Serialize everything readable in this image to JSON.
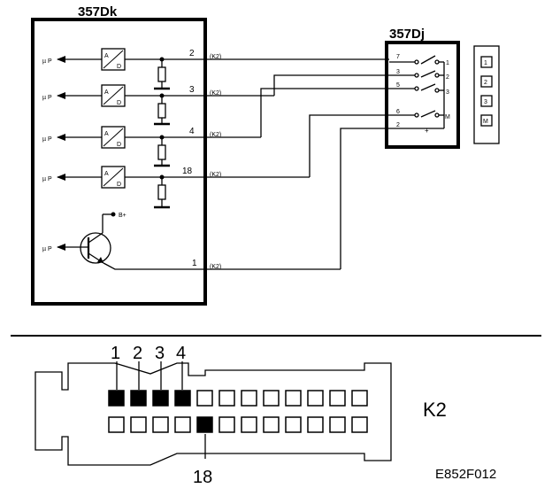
{
  "diagram": {
    "ecu_label": "357Dk",
    "switch_label": "357Dj",
    "up_text": "µ P",
    "ad_a": "A",
    "ad_d": "D",
    "supply_label": "B+",
    "channels": [
      {
        "pin": "2",
        "conn": "(K2)"
      },
      {
        "pin": "3",
        "conn": "(K2)"
      },
      {
        "pin": "4",
        "conn": "(K2)"
      },
      {
        "pin": "18",
        "conn": "(K2)"
      }
    ],
    "output_channel": {
      "pin": "1",
      "conn": "(K2)"
    },
    "switch_left_pins": [
      "7",
      "3",
      "5",
      "6",
      "2"
    ],
    "switch_right_pins": [
      "1",
      "2",
      "3",
      "M"
    ],
    "switch_plus": "+",
    "position_indicators": [
      "1",
      "2",
      "3",
      "M"
    ],
    "connector": {
      "name": "K2",
      "top_numbers": [
        "1",
        "2",
        "3",
        "4"
      ],
      "bottom_number": "18"
    },
    "figure_code": "E852F012"
  }
}
